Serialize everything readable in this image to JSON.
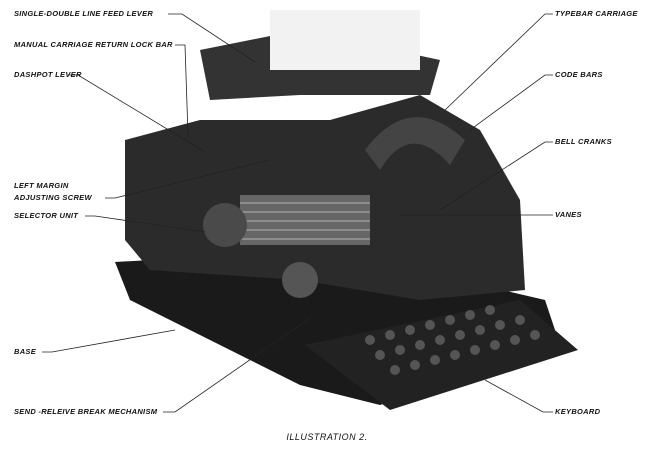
{
  "labels": {
    "line_feed_lever": "SINGLE-DOUBLE LINE FEED LEVER",
    "carriage_return_lock": "MANUAL CARRIAGE RETURN LOCK BAR",
    "dashpot_lever": "DASHPOT LEVER",
    "left_margin_1": "LEFT MARGIN",
    "left_margin_2": "ADJUSTING SCREW",
    "selector_unit": "SELECTOR UNIT",
    "base": "BASE",
    "send_receive": "SEND -RELEIVE BREAK MECHANISM",
    "typebar_carriage": "TYPEBAR CARRIAGE",
    "code_bars": "CODE BARS",
    "bell_cranks": "BELL CRANKS",
    "vanes": "VANES",
    "keyboard": "KEYBOARD"
  },
  "caption": "ILLUSTRATION 2."
}
